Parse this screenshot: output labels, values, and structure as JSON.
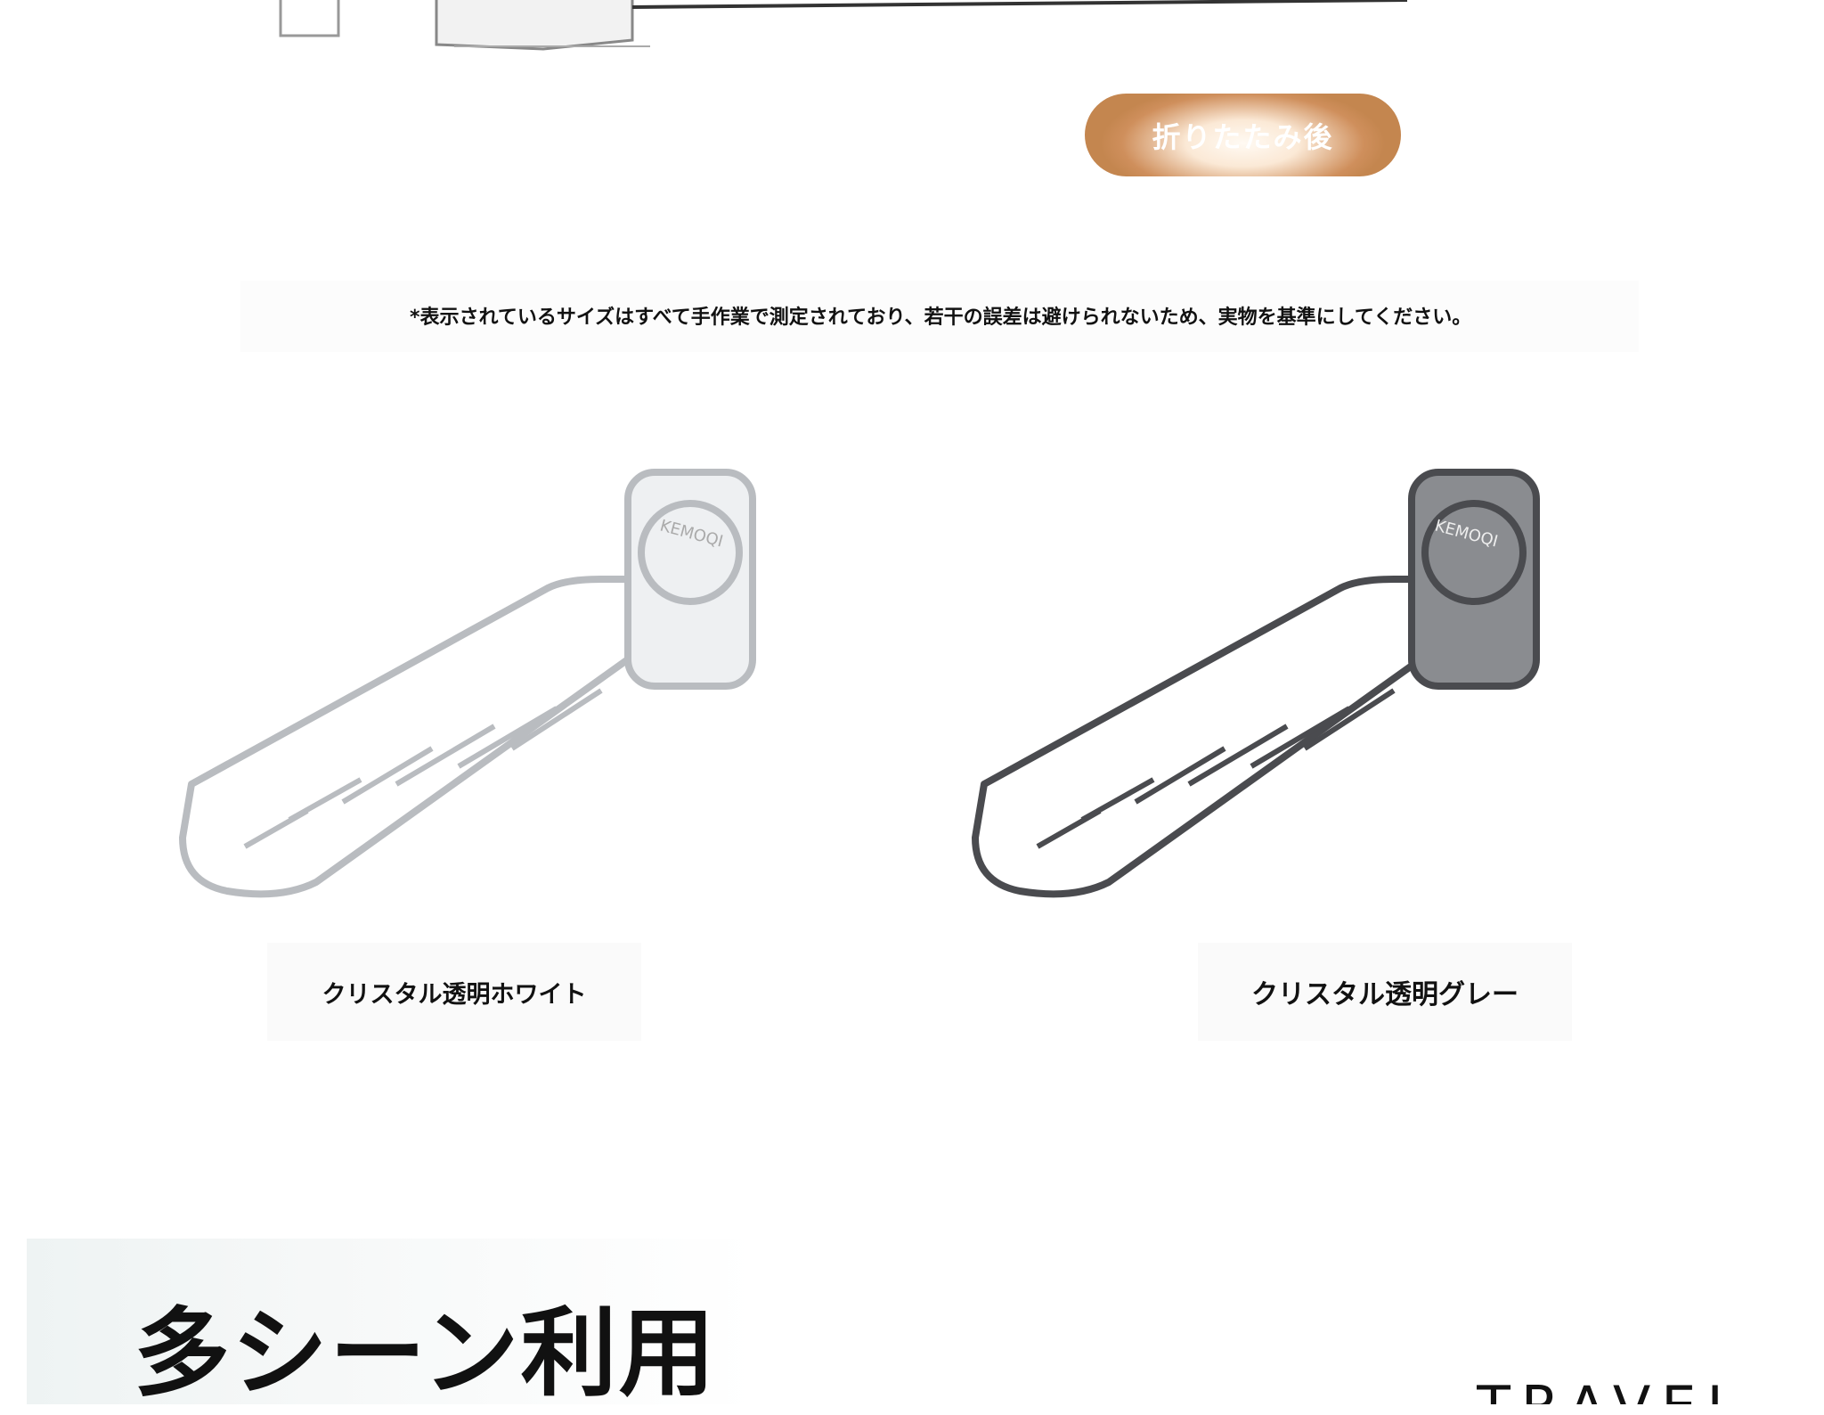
{
  "badge": {
    "label": "折りたたみ後"
  },
  "note": "*表示されているサイズはすべて手作業で測定されており、若干の誤差は避けられないため、実物を基準にしてください。",
  "variants": [
    {
      "label": "クリスタル透明ホワイト",
      "brand": "KEMOQI",
      "color": "#b9bcc0"
    },
    {
      "label": "クリスタル透明グレー",
      "brand": "KEMOQI",
      "color": "#4a4b4f"
    }
  ],
  "section": {
    "title": "多シーン利用",
    "subtitle": "TRAVEL"
  }
}
